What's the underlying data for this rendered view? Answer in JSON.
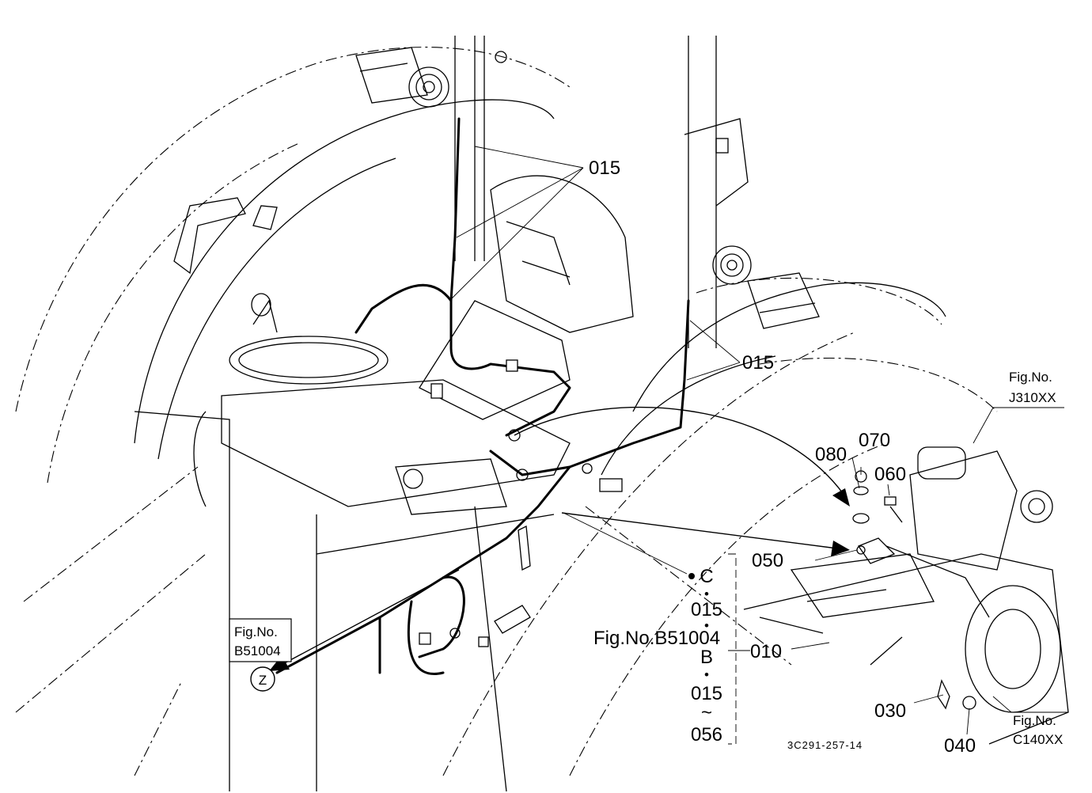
{
  "callouts": {
    "c015_top": "015",
    "c015_right": "015",
    "c080": "080",
    "c070": "070",
    "c060": "060",
    "c050": "050",
    "c010": "010",
    "c030": "030",
    "c040": "040"
  },
  "refs": {
    "j310_label": "Fig.No.",
    "j310_value": "J310XX",
    "c140_label": "Fig.No.",
    "c140_value": "C140XX",
    "b51004_label": "Fig.No.",
    "b51004_value": "B51004",
    "z_marker": "Z"
  },
  "sequence": {
    "c": "C",
    "dot1": "•",
    "n015a": "015",
    "dot2": "•",
    "fig": "Fig.No.B51004",
    "b": "B",
    "dot3": "•",
    "n015b": "015",
    "tilde": "~",
    "n056": "056"
  },
  "drawing_code": "3C291-257-14"
}
